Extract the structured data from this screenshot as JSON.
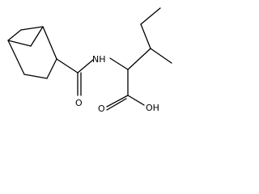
{
  "labels": {
    "nh": "NH",
    "o_amide": "O",
    "oh": "OH"
  },
  "colors": {
    "background": "#ffffff",
    "bond": "#000000",
    "text": "#000000"
  }
}
